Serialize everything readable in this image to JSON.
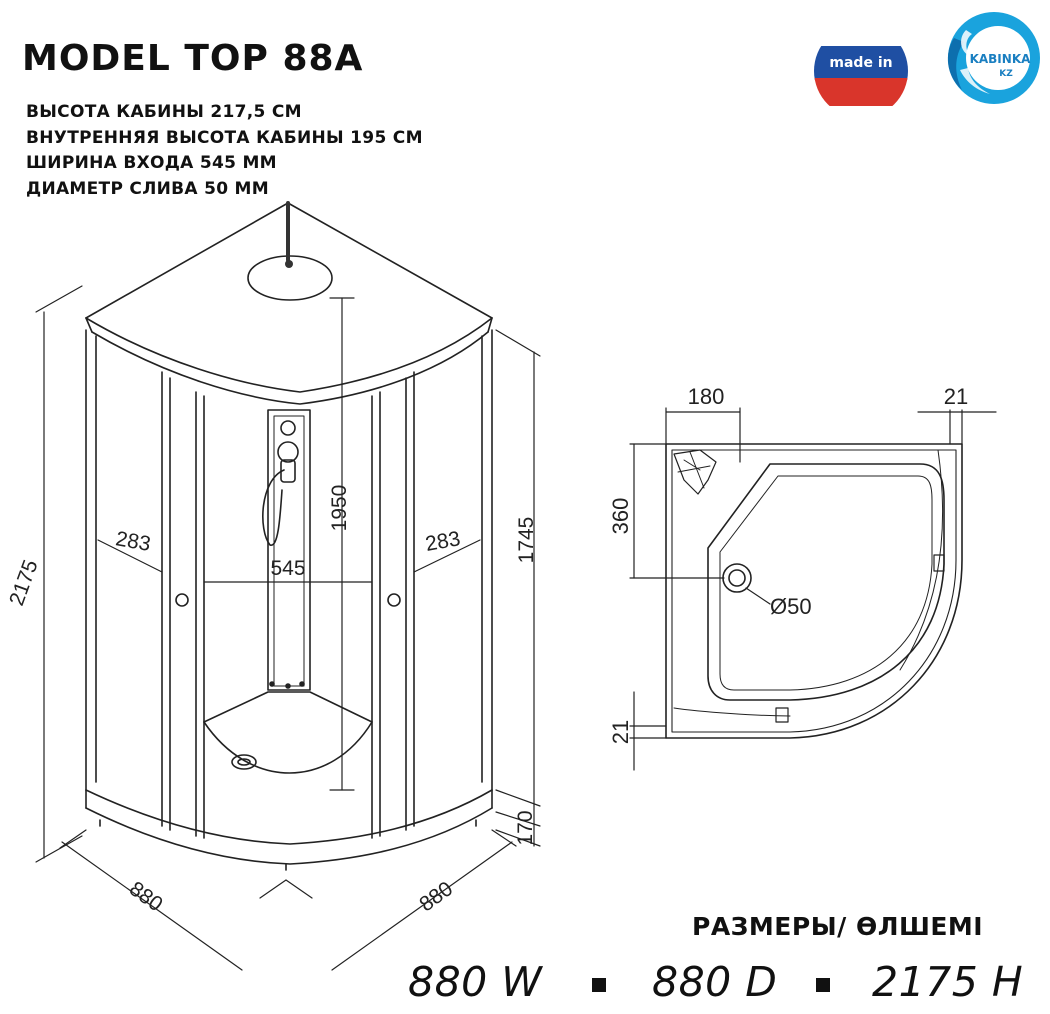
{
  "title": "MODEL TOP 88A",
  "specs": [
    "ВЫСОТА КАБИНЫ 217,5  СМ",
    "ВНУТРЕННЯЯ ВЫСОТА КАБИНЫ 195 СМ",
    "ШИРИНА ВХОДА 545 ММ",
    "ДИАМЕТР СЛИВА 50 ММ"
  ],
  "badges": {
    "made_in": "made in",
    "brand": "KABINKA",
    "brand_suffix": "KZ",
    "flag_colors": [
      "#ffffff",
      "#1f4fa3",
      "#d9352b"
    ]
  },
  "front_view": {
    "height_total": "2175",
    "height_inner": "1950",
    "height_walls": "1745",
    "tray_height": "170",
    "entry_width": "545",
    "side_panel_left": "283",
    "side_panel_right": "283",
    "width": "880",
    "depth": "880"
  },
  "top_view": {
    "dim_180": "180",
    "dim_21_top": "21",
    "dim_360": "360",
    "dim_21_side": "21",
    "drain": "Ø50"
  },
  "sizes_heading": "РАЗМЕРЫ/ ӨЛШЕМІ",
  "dimensions": {
    "w": "880 W",
    "d": "880 D",
    "h": "2175 H"
  }
}
